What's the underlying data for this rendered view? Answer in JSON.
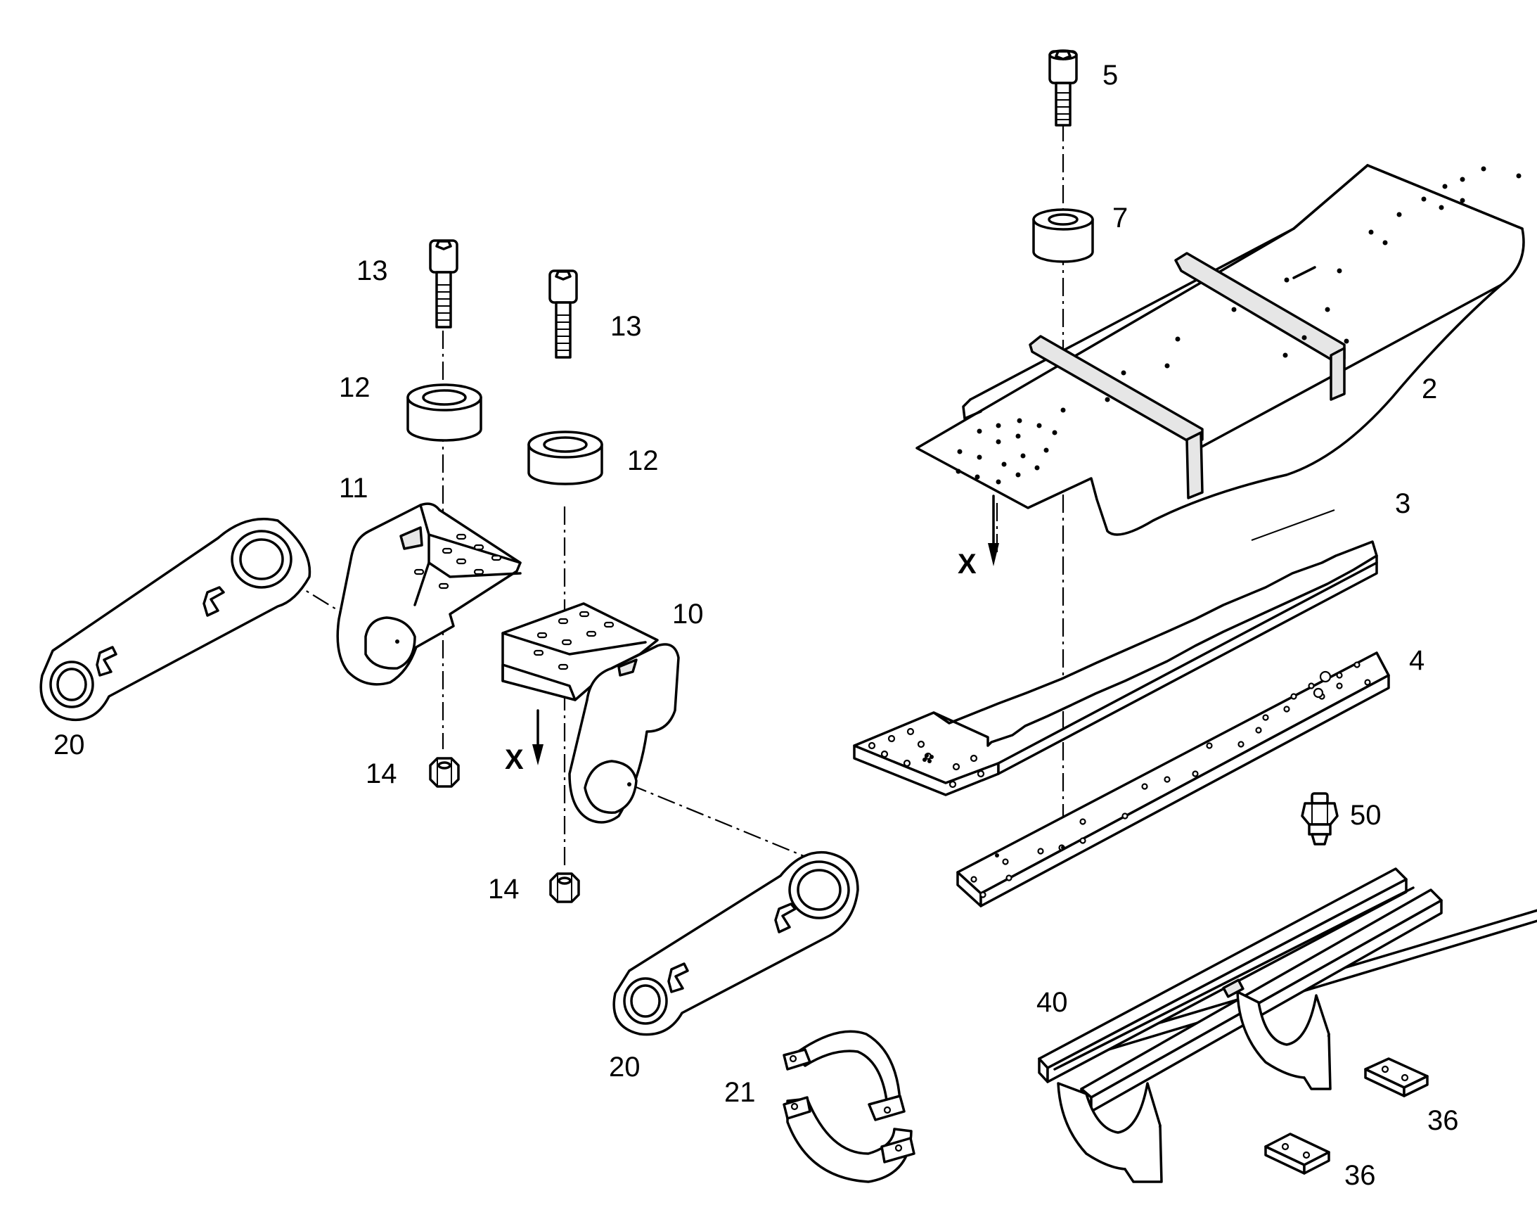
{
  "callouts": {
    "bolt_5": "5",
    "spacer_7": "7",
    "frame_2": "2",
    "rail_3": "3",
    "plate_4": "4",
    "fitting_50": "50",
    "guide_40": "40",
    "block_36_upper": "36",
    "block_36_lower": "36",
    "clamp_21": "21",
    "bolt_13_left": "13",
    "bolt_13_right": "13",
    "spacer_12_left": "12",
    "spacer_12_right": "12",
    "bracket_11": "11",
    "bracket_10": "10",
    "arm_20_left": "20",
    "arm_20_right": "20",
    "nut_14_left": "14",
    "nut_14_right": "14"
  },
  "direction_marks": {
    "frame_x": "X",
    "bracket_x": "X"
  }
}
